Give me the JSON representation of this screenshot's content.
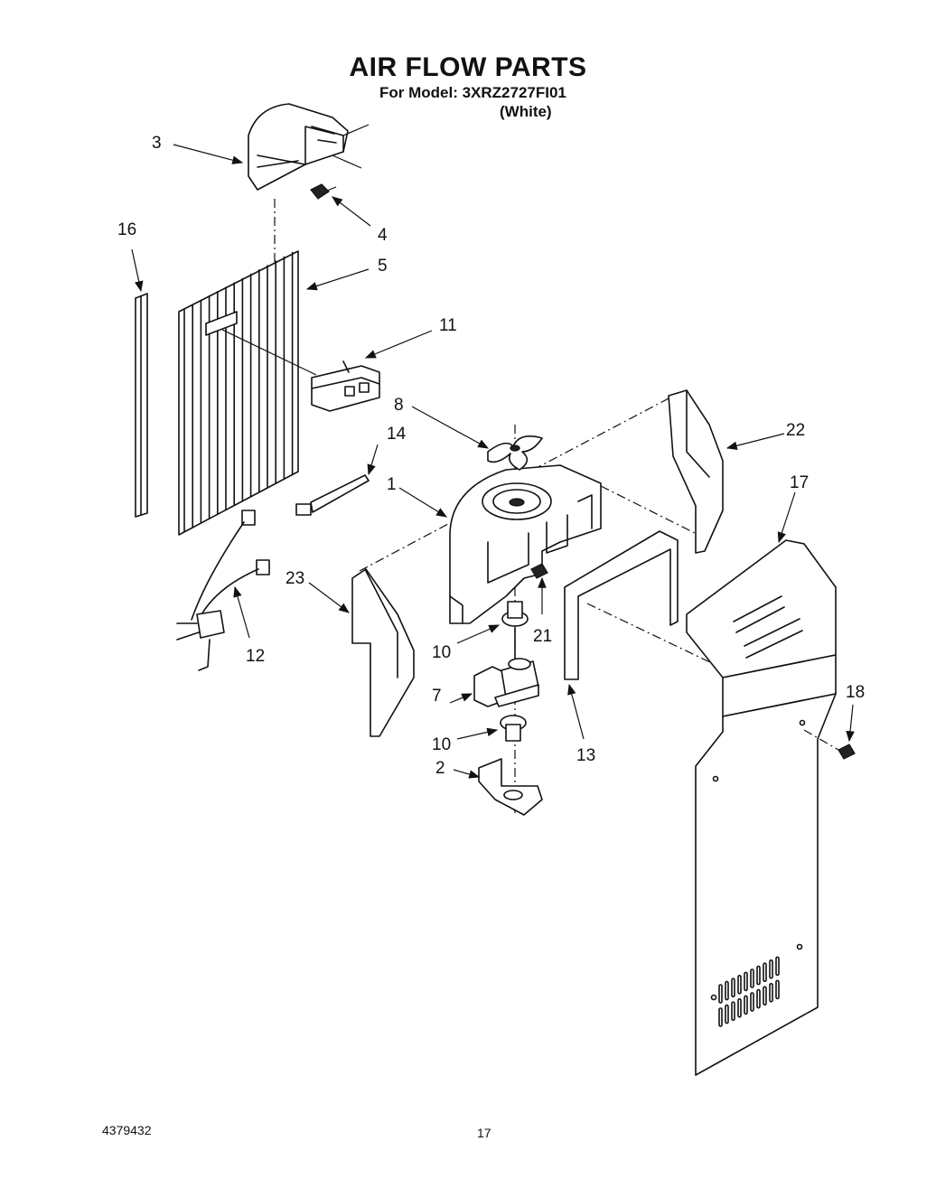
{
  "header": {
    "title": "AIR FLOW PARTS",
    "model_line": "For Model: 3XRZ2727FI01",
    "color_line": "(White)"
  },
  "footer": {
    "document_number": "4379432",
    "page_number": "17"
  },
  "callouts": {
    "c1": "1",
    "c2": "2",
    "c3": "3",
    "c4": "4",
    "c5": "5",
    "c7": "7",
    "c8": "8",
    "c10a": "10",
    "c10b": "10",
    "c11": "11",
    "c12": "12",
    "c13": "13",
    "c14": "14",
    "c16": "16",
    "c17": "17",
    "c18": "18",
    "c21": "21",
    "c22": "22",
    "c23": "23"
  }
}
